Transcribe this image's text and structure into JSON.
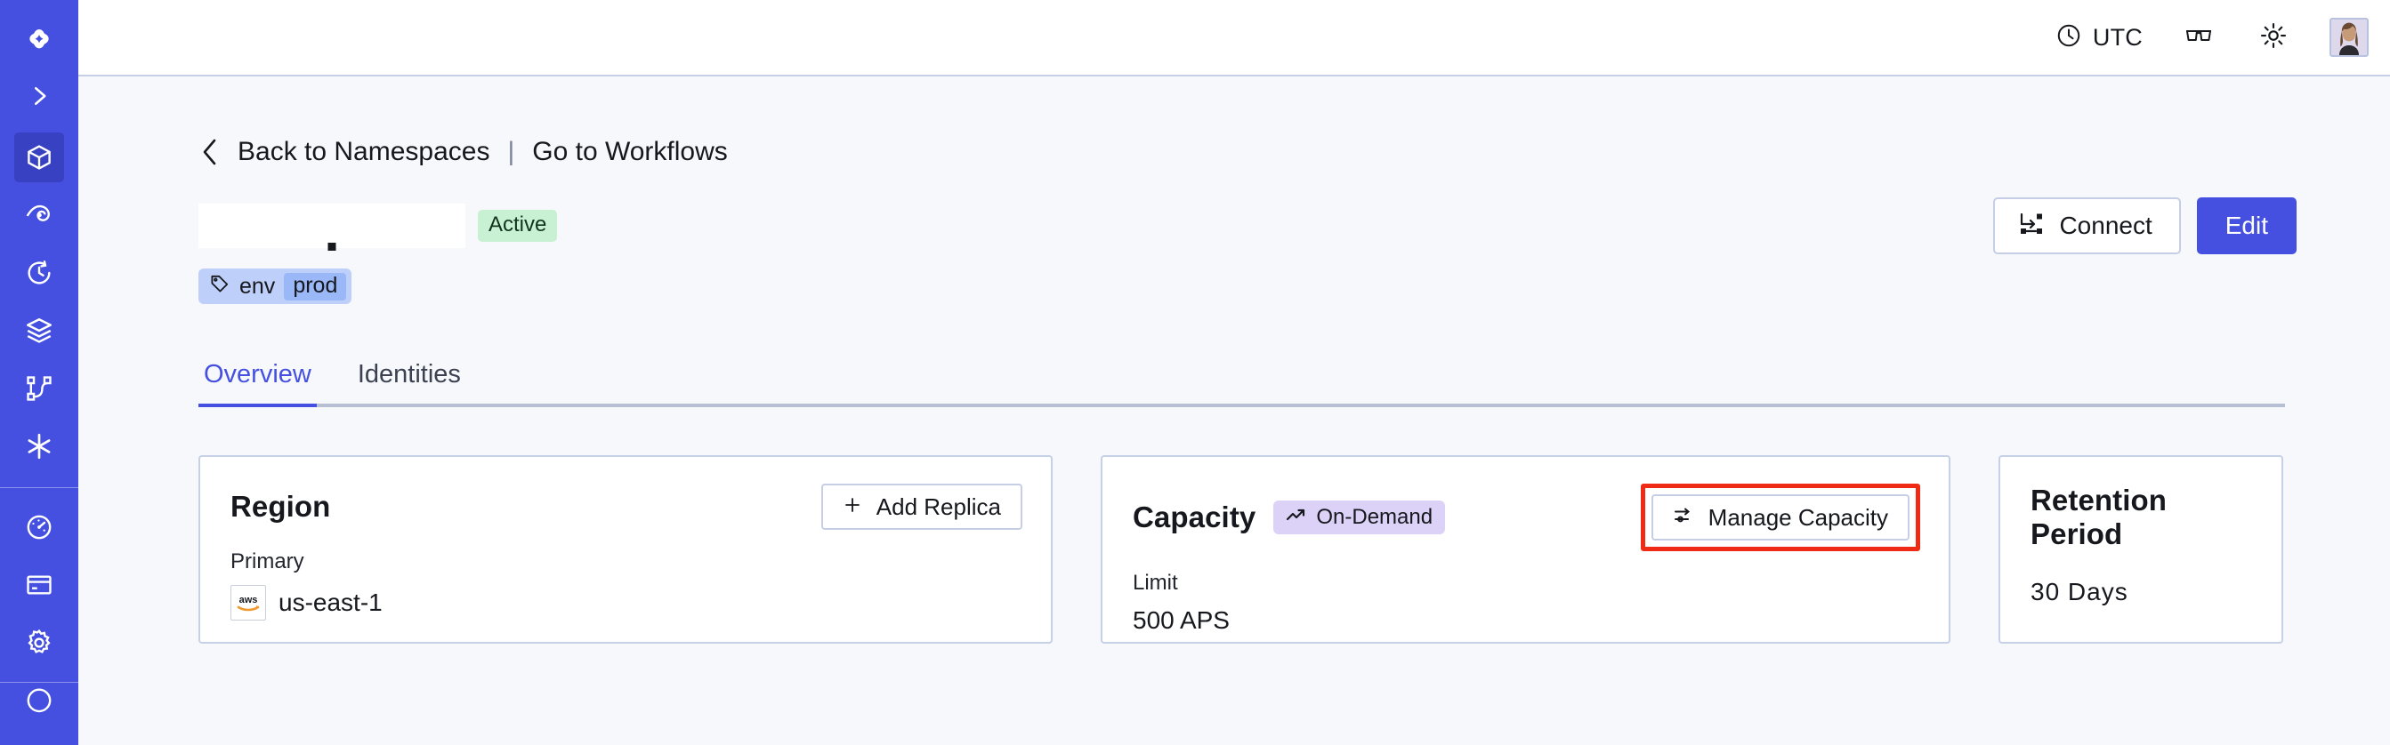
{
  "rail": {
    "items": [
      {
        "name": "logo",
        "icon": "temporal-logo-icon",
        "active": false
      },
      {
        "name": "expand-nav",
        "icon": "chevron-right-icon",
        "active": false
      },
      {
        "name": "namespaces",
        "icon": "cube-icon",
        "active": true
      },
      {
        "name": "observability",
        "icon": "eye-icon",
        "active": false
      },
      {
        "name": "schedules",
        "icon": "clock-arrow-icon",
        "active": false
      },
      {
        "name": "batch-operations",
        "icon": "layers-icon",
        "active": false
      },
      {
        "name": "workflows",
        "icon": "sitemap-icon",
        "active": false
      },
      {
        "name": "nexus",
        "icon": "asterisk-icon",
        "active": false
      },
      {
        "name": "usage",
        "icon": "gauge-icon",
        "active": false
      },
      {
        "name": "billing",
        "icon": "credit-card-icon",
        "active": false
      },
      {
        "name": "settings",
        "icon": "gear-icon",
        "active": false
      }
    ]
  },
  "topbar": {
    "timezone_label": "UTC",
    "timezone_icon": "clock-icon",
    "reader_icon": "glasses-icon",
    "theme_icon": "sun-icon",
    "avatar_icon": "user-avatar"
  },
  "breadcrumb": {
    "back_icon": "chevron-left-icon",
    "back_label": "Back to Namespaces",
    "separator": "|",
    "workflows_label": "Go to Workflows"
  },
  "namespace": {
    "name": "",
    "status": "Active",
    "tag": {
      "icon": "tag-icon",
      "key": "env",
      "value": "prod"
    }
  },
  "actions": {
    "connect_label": "Connect",
    "connect_icon": "connect-icon",
    "edit_label": "Edit"
  },
  "tabs": [
    {
      "label": "Overview",
      "selected": true
    },
    {
      "label": "Identities",
      "selected": false
    }
  ],
  "cards": {
    "region": {
      "title": "Region",
      "action_label": "Add Replica",
      "action_icon": "plus-icon",
      "sub_label": "Primary",
      "provider_icon": "aws-icon",
      "value": "us-east-1"
    },
    "capacity": {
      "title": "Capacity",
      "badge_label": "On-Demand",
      "badge_icon": "trend-up-icon",
      "action_label": "Manage Capacity",
      "action_icon": "sliders-icon",
      "highlighted": true,
      "sub_label": "Limit",
      "value": "500 APS"
    },
    "retention": {
      "title": "Retention Period",
      "value": "30 Days"
    }
  },
  "colors": {
    "rail_bg": "#4550e0",
    "rail_active": "#3841c2",
    "accent": "#4550e0",
    "page_bg": "#f7f8fb",
    "card_border": "#c6d0e6",
    "status_green": "#c8f0d2",
    "tag_blue": "#bed0fa",
    "badge_purple": "#dcd2f8",
    "highlight_red": "#ef2b16"
  }
}
